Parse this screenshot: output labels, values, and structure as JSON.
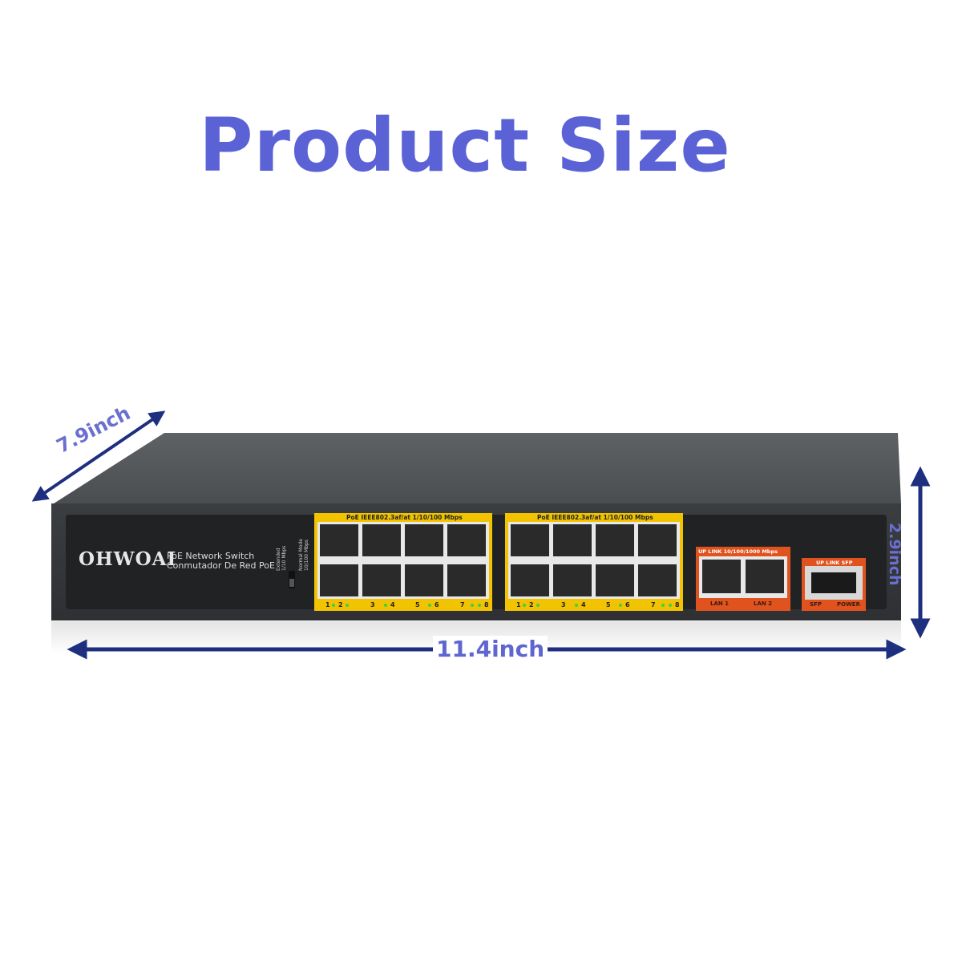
{
  "title": "Product Size",
  "dimensions": {
    "width": "11.4inch",
    "depth": "7.9inch",
    "height": "2.9inch"
  },
  "device": {
    "brand": "OHWOAI",
    "subtitle_line1": "PoE  Network Switch",
    "subtitle_line2": "Conmutador De Red PoE",
    "switch_label_a": "Extended",
    "switch_label_b": "1/10 Mbps",
    "switch_label_c": "Normal Mode",
    "switch_label_d": "10/100 Mbps",
    "group1_label": "PoE IEEE802.3af/at 1/10/100 Mbps",
    "group2_label": "PoE IEEE802.3af/at 1/10/100 Mbps",
    "uplink_label": "UP LINK 10/100/1000 Mbps",
    "sfp_group_label": "UP LINK SFP",
    "lan1": "LAN 1",
    "lan2": "LAN 2",
    "sfp": "SFP",
    "power": "POWER",
    "port_numbers": [
      "1",
      "2",
      "3",
      "4",
      "5",
      "6",
      "7",
      "8"
    ]
  },
  "colors": {
    "title": "#5b62d6",
    "arrow": "#1f2f80",
    "poe_frame": "#f2c300",
    "uplink_frame": "#e0531e"
  }
}
